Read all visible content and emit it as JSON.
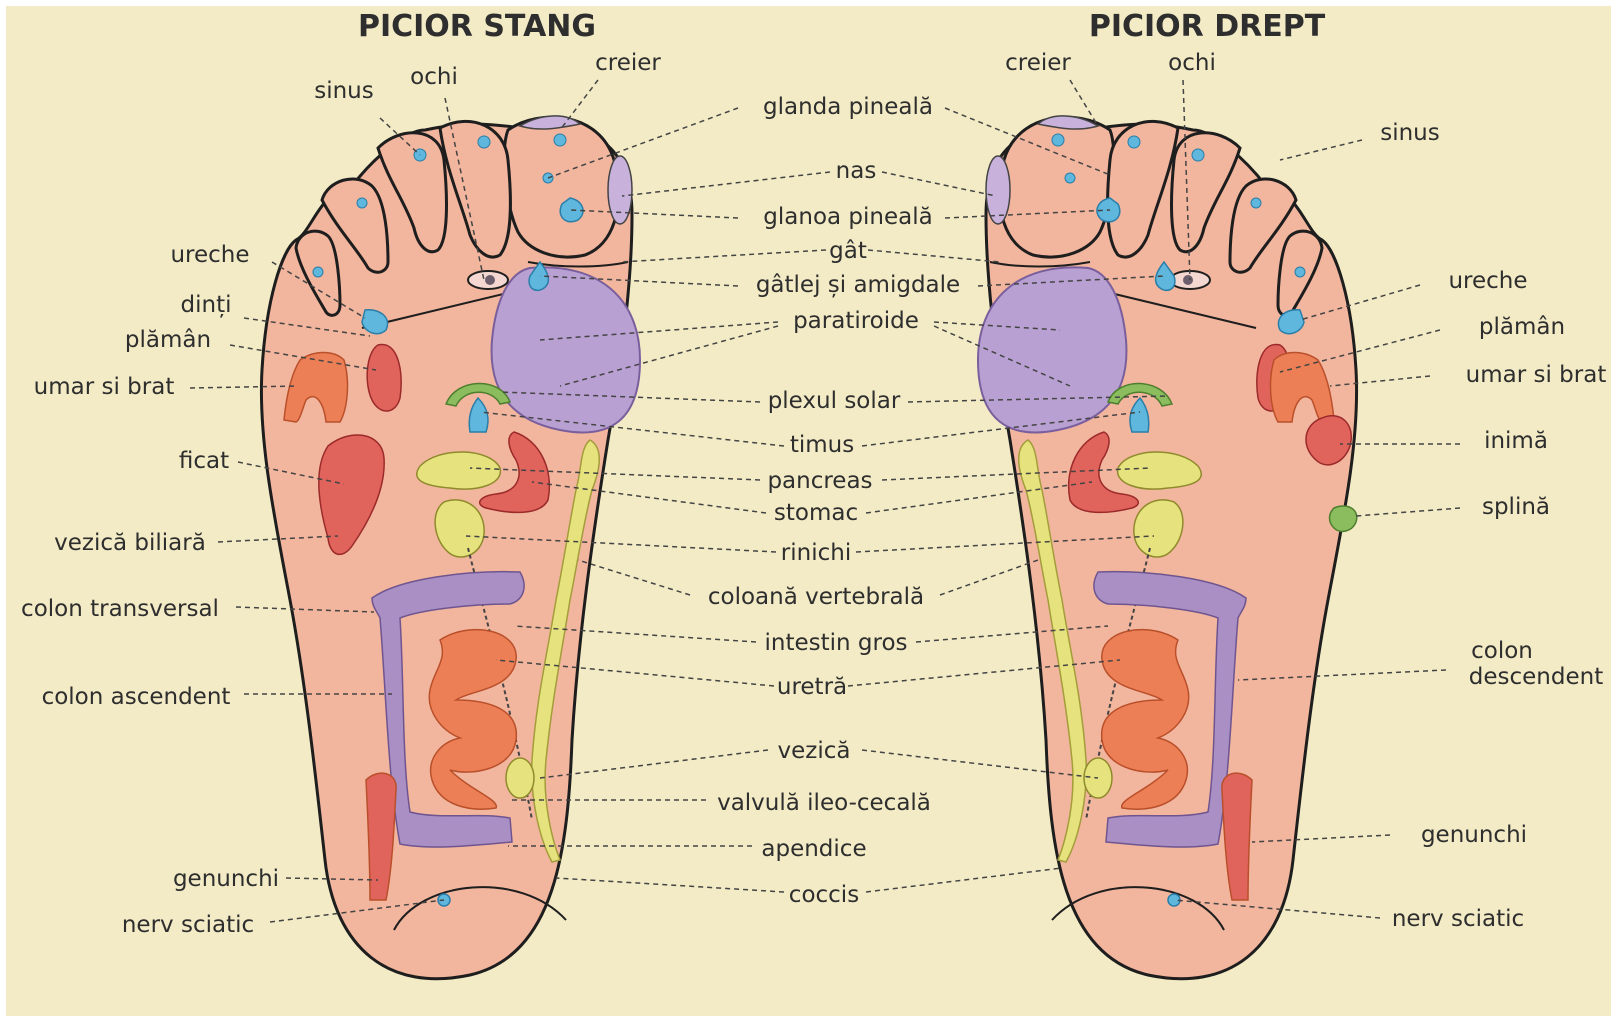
{
  "colors": {
    "background": "#f3ebc6",
    "skin": "#f2b59d",
    "outline": "#1e1e1e",
    "leader": "#444444",
    "point": "#5fb7dd",
    "purple": "#a98fc4",
    "purple_light": "#c8b2dc",
    "yellow": "#e6e27e",
    "red": "#e0645c",
    "orange": "#ec7f55",
    "green": "#8bbd5e"
  },
  "titles": {
    "left": "PICIOR STANG",
    "right": "PICIOR DREPT"
  },
  "labels": {
    "sinus_l": "sinus",
    "ochi_l": "ochi",
    "creier_l": "creier",
    "ureche_l": "ureche",
    "dinti": "dinți",
    "plaman_l": "plămân",
    "umar_l": "umar si brat",
    "ficat": "ficat",
    "vezica_biliara": "vezică biliară",
    "colon_transversal": "colon transversal",
    "colon_ascendent": "colon ascendent",
    "genunchi_l": "genunchi",
    "nerv_l": "nerv sciatic",
    "creier_r": "creier",
    "ochi_r": "ochi",
    "sinus_r": "sinus",
    "ureche_r": "ureche",
    "plaman_r": "plămân",
    "umar_r": "umar si brat",
    "inima": "inimă",
    "splina": "splină",
    "colon_descendent_1": "colon",
    "colon_descendent_2": "descendent",
    "genunchi_r": "genunchi",
    "nerv_r": "nerv sciatic",
    "glanda_pineala_1": "glanda pineală",
    "nas": "nas",
    "glanda_pineala_2": "glanoa pineală",
    "gat": "gât",
    "gatlej": "gâtlej și amigdale",
    "paratiroide": "paratiroide",
    "plexul_solar": "plexul solar",
    "timus": "timus",
    "pancreas": "pancreas",
    "stomac": "stomac",
    "rinichi": "rinichi",
    "coloana": "coloană vertebrală",
    "intestin_gros": "intestin gros",
    "uretra": "uretră",
    "vezica": "vezică",
    "valvula": "valvulă ileo-cecală",
    "apendice": "apendice",
    "coccis": "coccis"
  }
}
